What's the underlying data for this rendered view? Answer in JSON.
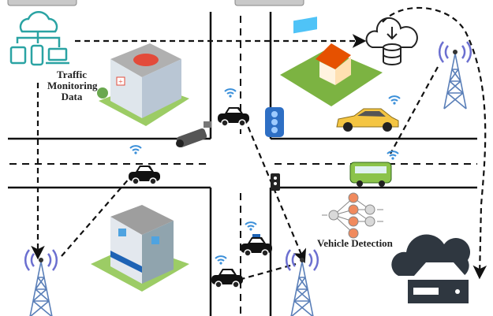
{
  "labels": {
    "traffic_monitoring": [
      "Traffic",
      "Monitoring",
      "Data"
    ],
    "vehicle_detection": "Vehicle Detection"
  },
  "colors": {
    "road": "#111111",
    "signal": "#4a7fc1",
    "cloud_teal": "#2aa3a3",
    "cloud_dark": "#2f3740",
    "neuron_orange": "#f08a5d",
    "neuron_gray": "#d9d9d9"
  }
}
